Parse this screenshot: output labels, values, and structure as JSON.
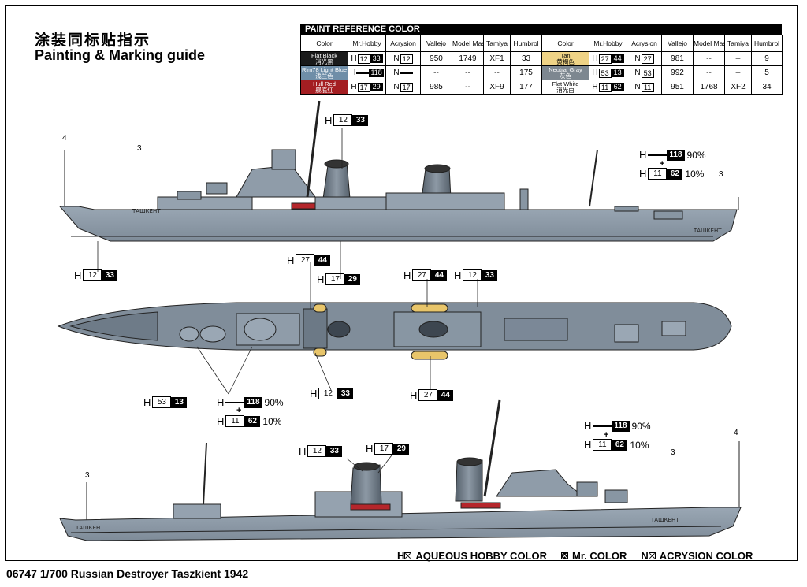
{
  "title_cn": "涂装同标贴指示",
  "title_en": "Painting & Marking guide",
  "paint_table": {
    "header": "PAINT REFERENCE COLOR",
    "columns": [
      "Color",
      "Mr.Hobby",
      "Acrysion",
      "Vallejo",
      "Model Master",
      "Tamiya",
      "Humbrol"
    ],
    "left_rows": [
      {
        "name": "Flat Black",
        "cn": "消光黑",
        "h_pre": "H",
        "h_num": "12",
        "h_code": "33",
        "n_pre": "N",
        "n_num": "12",
        "vallejo": "950",
        "mm": "1749",
        "tamiya": "XF1",
        "humbrol": "33",
        "swatch": "black"
      },
      {
        "name": "Rlm78 Light Blue",
        "cn": "浅兰色",
        "h_pre": "H",
        "h_num": "",
        "h_code": "118",
        "n_pre": "N",
        "n_num": "",
        "vallejo": "--",
        "mm": "--",
        "tamiya": "--",
        "humbrol": "175",
        "swatch": "blue"
      },
      {
        "name": "Hull Red",
        "cn": "舰底红",
        "h_pre": "H",
        "h_num": "17",
        "h_code": "29",
        "n_pre": "N",
        "n_num": "17",
        "vallejo": "985",
        "mm": "--",
        "tamiya": "XF9",
        "humbrol": "177",
        "swatch": "red"
      }
    ],
    "right_rows": [
      {
        "name": "Tan",
        "cn": "黄褐色",
        "h_pre": "H",
        "h_num": "27",
        "h_code": "44",
        "n_pre": "N",
        "n_num": "27",
        "vallejo": "981",
        "mm": "--",
        "tamiya": "--",
        "humbrol": "9",
        "swatch": "tan"
      },
      {
        "name": "Neutral Gray",
        "cn": "灰色",
        "h_pre": "H",
        "h_num": "53",
        "h_code": "13",
        "n_pre": "N",
        "n_num": "53",
        "vallejo": "992",
        "mm": "--",
        "tamiya": "--",
        "humbrol": "5",
        "swatch": "gray"
      },
      {
        "name": "Flat White",
        "cn": "消光白",
        "h_pre": "H",
        "h_num": "11",
        "h_code": "62",
        "n_pre": "N",
        "n_num": "11",
        "vallejo": "951",
        "mm": "1768",
        "tamiya": "XF2",
        "humbrol": "34",
        "swatch": "white"
      }
    ]
  },
  "callouts": {
    "c_h12_top": {
      "pre": "H",
      "num": "12",
      "code": "33"
    },
    "c_118_top": {
      "pre": "H",
      "num": "",
      "code": "118",
      "pct": "90%"
    },
    "c_11_top": {
      "pre": "H",
      "num": "11",
      "code": "62",
      "pct": "10%"
    },
    "c_h12_left": {
      "pre": "H",
      "num": "12",
      "code": "33"
    },
    "c_h27_a": {
      "pre": "H",
      "num": "27",
      "code": "44"
    },
    "c_h17_a": {
      "pre": "H",
      "num": "17",
      "code": "29"
    },
    "c_h27_b": {
      "pre": "H",
      "num": "27",
      "code": "44"
    },
    "c_h12_b": {
      "pre": "H",
      "num": "12",
      "code": "33"
    },
    "c_h53": {
      "pre": "H",
      "num": "53",
      "code": "13"
    },
    "c_118_mid": {
      "pre": "H",
      "num": "",
      "code": "118",
      "pct": "90%"
    },
    "c_11_mid": {
      "pre": "H",
      "num": "11",
      "code": "62",
      "pct": "10%"
    },
    "c_h12_c": {
      "pre": "H",
      "num": "12",
      "code": "33"
    },
    "c_h27_c": {
      "pre": "H",
      "num": "27",
      "code": "44"
    },
    "c_118_bot": {
      "pre": "H",
      "num": "",
      "code": "118",
      "pct": "90%"
    },
    "c_11_bot": {
      "pre": "H",
      "num": "11",
      "code": "62",
      "pct": "10%"
    },
    "c_h12_d": {
      "pre": "H",
      "num": "12",
      "code": "33"
    },
    "c_h17_d": {
      "pre": "H",
      "num": "17",
      "code": "29"
    }
  },
  "plus": "+",
  "marker_numbers": {
    "n4_top": "4",
    "n3_top_a": "3",
    "n3_top_b": "3",
    "n3_bot_a": "3",
    "n3_bot_b": "3",
    "n4_bot": "4"
  },
  "ship_name": "ТАШКЕНТ",
  "legend": {
    "h_prefix": "H",
    "aqueous": "AQUEOUS HOBBY COLOR",
    "mr": "Mr. COLOR",
    "n_prefix": "N",
    "acrysion": "ACRYSION COLOR"
  },
  "footer": "06747  1/700  Russian Destroyer Taszkient 1942",
  "colors": {
    "hull": "#8a98a6",
    "deck": "#7b8897",
    "outline": "#222222",
    "red": "#b5262b",
    "tan": "#e8c56a",
    "funnel": "#5f6b77"
  }
}
